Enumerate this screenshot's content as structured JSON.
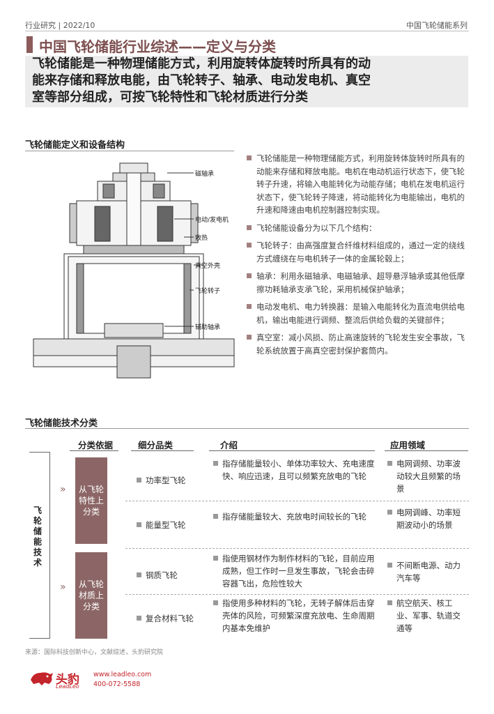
{
  "header": {
    "left": "行业研究 | 2022/10",
    "right": "中国飞轮储能系列"
  },
  "title": "中国飞轮储能行业综述——定义与分类",
  "summary_lines": [
    "飞轮储能是一种物理储能方式，利用旋转体旋转时所具有的动",
    "能来存储和释放电能，由飞轮转子、轴承、电动发电机、真空",
    "室等部分组成，可按飞轮特性和飞轮材质进行分类"
  ],
  "section1": {
    "title": "飞轮储能定义和设备结构",
    "diagram_labels": {
      "magnetic_bearing": "磁轴承",
      "motor_generator": "电动/发电机",
      "heat_dissipation": "散热",
      "vacuum_shell": "真空外壳",
      "flywheel_rotor": "飞轮转子",
      "aux_bearing": "辅助轴承"
    },
    "bullets": [
      "飞轮储能是一种物理储能方式，利用旋转体旋转时所具有的动能来存储和释放电能。电机在电动机运行状态下，使飞轮转子升速，将输入电能转化为动能存储；电机在发电机运行状态下，使飞轮转子降速，将动能转化为电能输出，电机的升速和降速由电机控制器控制实现。",
      "飞轮储能设备分为以下几个结构：",
      "飞轮转子：由高强度复合纤维材料组成的，通过一定的绕线方式缠绕在与电机转子一体的金属轮毂上；",
      "轴承：利用永磁轴承、电磁轴承、超导悬浮轴承或其他低摩擦功耗轴承支承飞轮，采用机械保护轴承；",
      "电动发电机、电力转换器：是输入电能转化为直流电供给电机，输出电能进行调频、整流后供给负载的关键部件；",
      "真空室：减小风损、防止高速旋转的飞轮发生安全事故，飞轮系统放置于高真空密封保护套筒内。"
    ]
  },
  "section2": {
    "title": "飞轮储能技术分类",
    "headers": [
      "分类依据",
      "细分品类",
      "介绍",
      "应用领域"
    ],
    "tree_label": "飞轮储能技术",
    "categories": [
      {
        "label": "从飞轮特性上分类",
        "rows": [
          {
            "type": "功率型飞轮",
            "intro": "指存储能量较小、单体功率较大、充电速度快、响应迅速，且可以频繁充放电的飞轮",
            "app": "电网调频、功率波动较大且频繁的场景"
          },
          {
            "type": "能量型飞轮",
            "intro": "指存储能量较大、充放电时间较长的飞轮",
            "app": "电网调峰、功率短期波动小的场景"
          }
        ]
      },
      {
        "label": "从飞轮材质上分类",
        "rows": [
          {
            "type": "钢质飞轮",
            "intro": "指使用钢材作为制作材料的飞轮，目前应用成熟，但工作时一旦发生事故，飞轮会击碎容器飞出，危险性较大",
            "app": "不间断电源、动力汽车等"
          },
          {
            "type": "复合材料飞轮",
            "intro": "指使用多种材料的飞轮，无转子解体后击穿壳体的风险，可频繁深度充放电、生命周期内基本免维护",
            "app": "航空航天、核工业、军事、轨道交通等"
          }
        ]
      }
    ]
  },
  "footer": {
    "source": "来源：国际科技创新中心，文献综述，头豹研究院",
    "logo_cn": "头豹",
    "logo_en": "LeadLeo",
    "website": "www.leadleo.com",
    "phone": "400-072-5588"
  },
  "colors": {
    "accent": "#8c5b5b",
    "category_box": "#8c6666",
    "logo_red": "#c4242b"
  }
}
